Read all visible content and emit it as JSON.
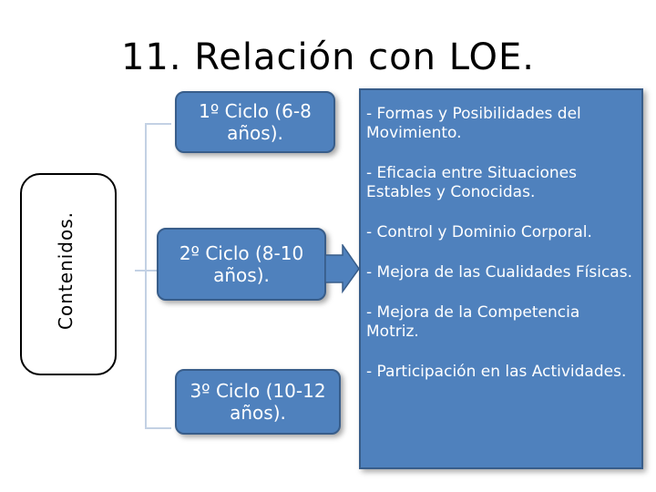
{
  "title": "11. Relación con LOE.",
  "side_label": "Contenidos.",
  "cycles": [
    "1º Ciclo (6-8 años).",
    "2º Ciclo (8-10 años).",
    "3º Ciclo (10-12 años)."
  ],
  "contents": [
    "- Formas y Posibilidades del Movimiento.",
    "- Eficacia entre Situaciones Estables y Conocidas.",
    "- Control y Dominio Corporal.",
    "- Mejora de las Cualidades Físicas.",
    "- Mejora de la Competencia Motriz.",
    "- Participación en las Actividades."
  ],
  "colors": {
    "box_fill": "#4f81bd",
    "box_border": "#385d8a",
    "bracket_line": "#c3d1e4"
  }
}
